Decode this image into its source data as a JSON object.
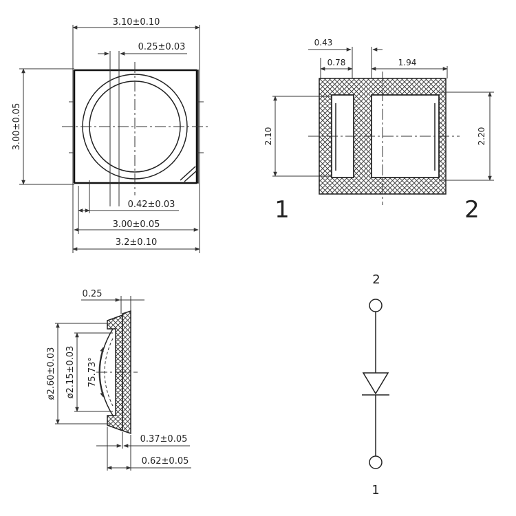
{
  "top_view": {
    "width_top": "3.10±0.10",
    "lens_offset": "0.25±0.03",
    "height": "3.00±0.05",
    "inner_offset": "0.42±0.03",
    "width_inner": "3.00±0.05",
    "width_outer": "3.2±0.10"
  },
  "bottom_view": {
    "gap": "0.43",
    "pad1_width": "0.78",
    "pad2_width": "1.94",
    "left_height": "2.10",
    "right_height": "2.20",
    "pin_left": "1",
    "pin_right": "2"
  },
  "side_view": {
    "top_thickness": "0.25",
    "outer_diameter": "ø2.60±0.03",
    "inner_diameter": "ø2.15±0.03",
    "angle": "75.73°",
    "lens_height": "0.37±0.05",
    "total_height": "0.62±0.05"
  },
  "schematic": {
    "pin_top": "2",
    "pin_bottom": "1"
  }
}
